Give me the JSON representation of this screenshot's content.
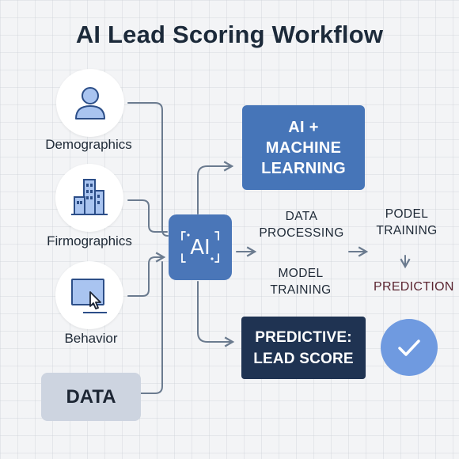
{
  "title": "AI Lead Scoring Workflow",
  "sources": [
    {
      "label": "Demographics",
      "icon": "person-icon"
    },
    {
      "label": "Firmographics",
      "icon": "buildings-icon"
    },
    {
      "label": "Behavior",
      "icon": "monitor-cursor-icon"
    }
  ],
  "data_box": {
    "label": "DATA"
  },
  "hub": {
    "label": "AI",
    "icon": "ai-chip-icon"
  },
  "ml_box": {
    "line1": "AI +",
    "line2": "MACHINE",
    "line3": "LEARNING"
  },
  "steps": {
    "data_processing": {
      "line1": "DATA",
      "line2": "PROCESSING"
    },
    "model_training": {
      "line1": "MODEL",
      "line2": "TRAINING"
    },
    "podel_training": {
      "line1": "PODEL",
      "line2": "TRAINING"
    },
    "prediction": "PREDICTION"
  },
  "score_box": {
    "line1": "PREDICTIVE:",
    "line2": "LEAD SCORE"
  },
  "result": {
    "icon": "checkmark-icon"
  },
  "colors": {
    "primary_blue": "#4675b8",
    "dark_navy": "#1f3352",
    "light_blue": "#6f9ae0",
    "icon_fill": "#a9c4f0",
    "connector": "#6b7b8f",
    "data_box": "#cdd4e0"
  }
}
